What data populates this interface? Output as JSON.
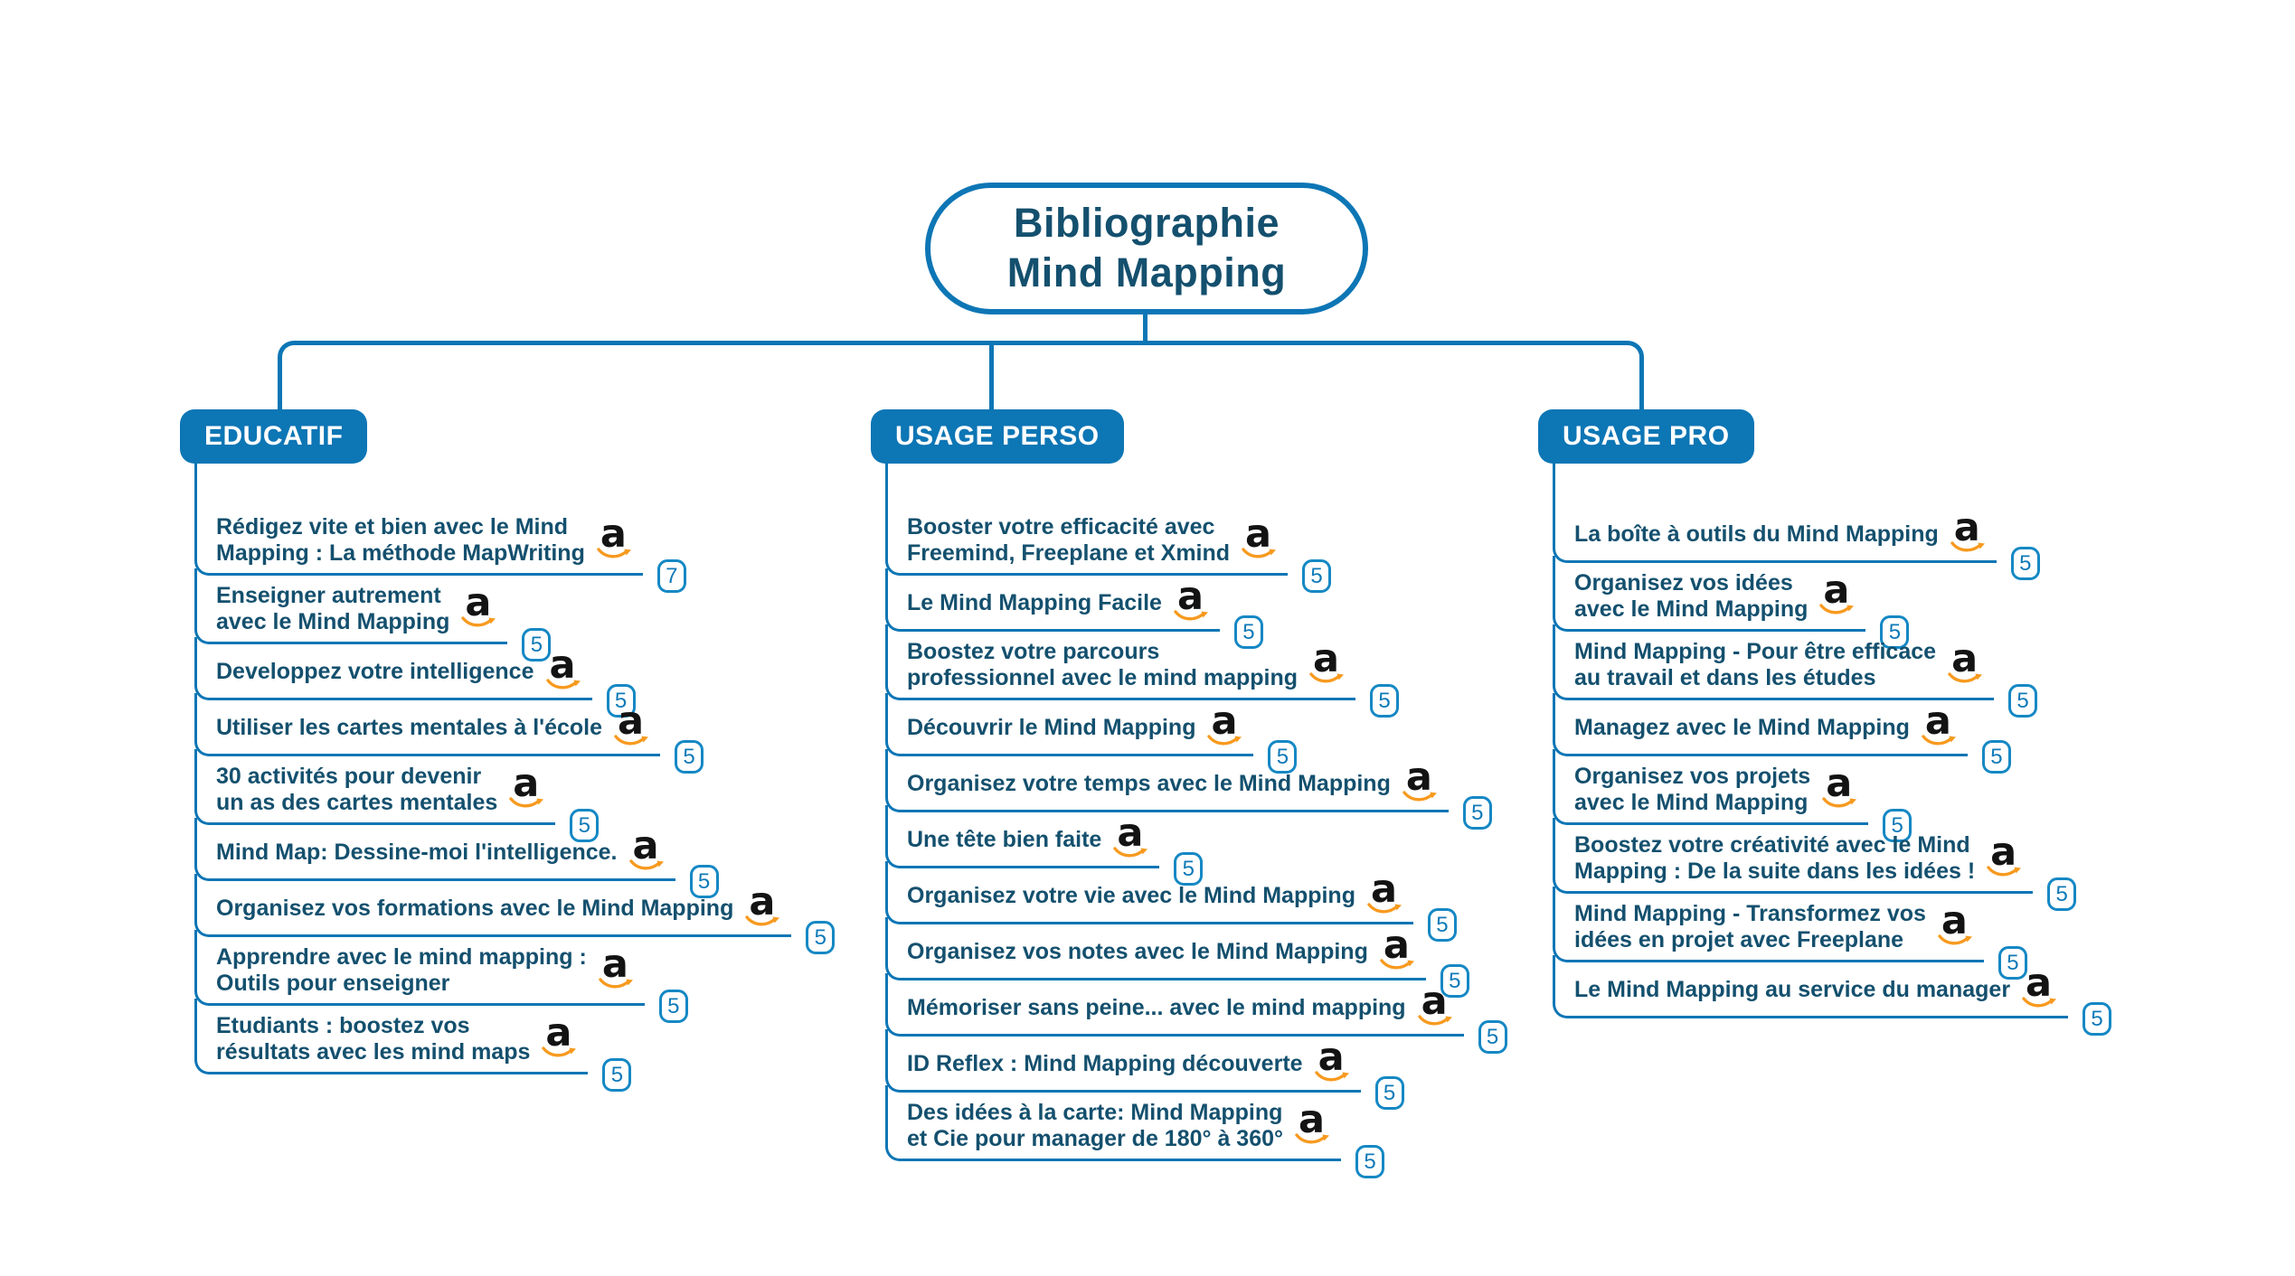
{
  "root": {
    "title": "Bibliographie\nMind Mapping"
  },
  "branches": [
    {
      "label": "EDUCATIF",
      "items": [
        {
          "title": "Rédigez vite et bien avec le Mind\nMapping : La méthode MapWriting",
          "badge": "7"
        },
        {
          "title": "Enseigner autrement\navec le Mind Mapping",
          "badge": "5"
        },
        {
          "title": "Developpez votre intelligence",
          "badge": "5"
        },
        {
          "title": "Utiliser les cartes mentales à l'école",
          "badge": "5"
        },
        {
          "title": "30 activités pour devenir\nun as des cartes mentales",
          "badge": "5"
        },
        {
          "title": "Mind Map: Dessine-moi l'intelligence.",
          "badge": "5"
        },
        {
          "title": "Organisez vos formations avec le Mind Mapping",
          "badge": "5"
        },
        {
          "title": "Apprendre avec le mind mapping :\nOutils pour enseigner",
          "badge": "5"
        },
        {
          "title": "Etudiants : boostez vos\nrésultats avec les mind maps",
          "badge": "5"
        }
      ]
    },
    {
      "label": "USAGE PERSO",
      "items": [
        {
          "title": "Booster votre efficacité avec\nFreemind, Freeplane et Xmind",
          "badge": "5"
        },
        {
          "title": "Le Mind Mapping Facile",
          "badge": "5"
        },
        {
          "title": "Boostez votre parcours\nprofessionnel avec le mind mapping",
          "badge": "5"
        },
        {
          "title": "Découvrir le Mind Mapping",
          "badge": "5"
        },
        {
          "title": "Organisez votre temps avec le Mind Mapping",
          "badge": "5"
        },
        {
          "title": "Une tête bien faite",
          "badge": "5"
        },
        {
          "title": "Organisez votre vie avec le Mind Mapping",
          "badge": "5"
        },
        {
          "title": "Organisez vos notes avec le Mind Mapping",
          "badge": "5"
        },
        {
          "title": "Mémoriser sans peine... avec le mind mapping",
          "badge": "5"
        },
        {
          "title": "ID Reflex : Mind Mapping découverte",
          "badge": "5"
        },
        {
          "title": "Des idées à la carte: Mind Mapping\net Cie pour manager de 180° à 360°",
          "badge": "5"
        }
      ]
    },
    {
      "label": "USAGE PRO",
      "items": [
        {
          "title": "La boîte à outils du Mind Mapping",
          "badge": "5"
        },
        {
          "title": "Organisez vos idées\navec le Mind Mapping",
          "badge": "5"
        },
        {
          "title": "Mind Mapping - Pour être efficace\nau travail et dans les études",
          "badge": "5"
        },
        {
          "title": "Managez avec le Mind Mapping",
          "badge": "5"
        },
        {
          "title": "Organisez vos projets\navec le Mind Mapping",
          "badge": "5"
        },
        {
          "title": "Boostez votre créativité avec le Mind\nMapping : De la suite dans les idées !",
          "badge": "5"
        },
        {
          "title": "Mind Mapping - Transformez vos\nidées en projet avec Freeplane",
          "badge": "5"
        },
        {
          "title": "Le Mind Mapping au service du manager",
          "badge": "5"
        }
      ]
    }
  ],
  "icons": {
    "amazon": "a"
  },
  "colors": {
    "line_blue": "#0d76b5",
    "header_fill": "#0d76b5",
    "title_text": "#14506e",
    "badge_blue": "#1588c4",
    "amazon_black": "#131313",
    "amazon_orange": "#f79a1f"
  }
}
